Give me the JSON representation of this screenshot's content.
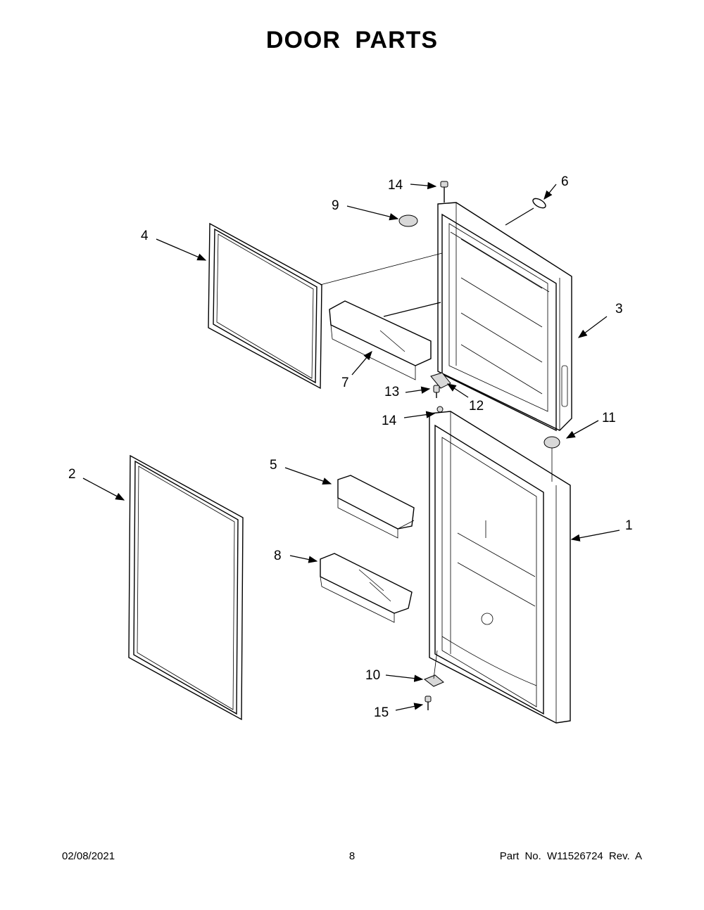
{
  "page": {
    "title": "DOOR PARTS",
    "date": "02/08/2021",
    "page_number": "8",
    "part_info": "Part No. W11526724  Rev. A"
  },
  "callouts": [
    {
      "id": "c1",
      "text": "1"
    },
    {
      "id": "c2",
      "text": "2"
    },
    {
      "id": "c3",
      "text": "3"
    },
    {
      "id": "c4",
      "text": "4"
    },
    {
      "id": "c5",
      "text": "5"
    },
    {
      "id": "c6",
      "text": "6"
    },
    {
      "id": "c7",
      "text": "7"
    },
    {
      "id": "c8",
      "text": "8"
    },
    {
      "id": "c9",
      "text": "9"
    },
    {
      "id": "c10",
      "text": "10"
    },
    {
      "id": "c11",
      "text": "11"
    },
    {
      "id": "c12",
      "text": "12"
    },
    {
      "id": "c13",
      "text": "13"
    },
    {
      "id": "c14a",
      "text": "14"
    },
    {
      "id": "c14b",
      "text": "14"
    },
    {
      "id": "c15",
      "text": "15"
    }
  ]
}
